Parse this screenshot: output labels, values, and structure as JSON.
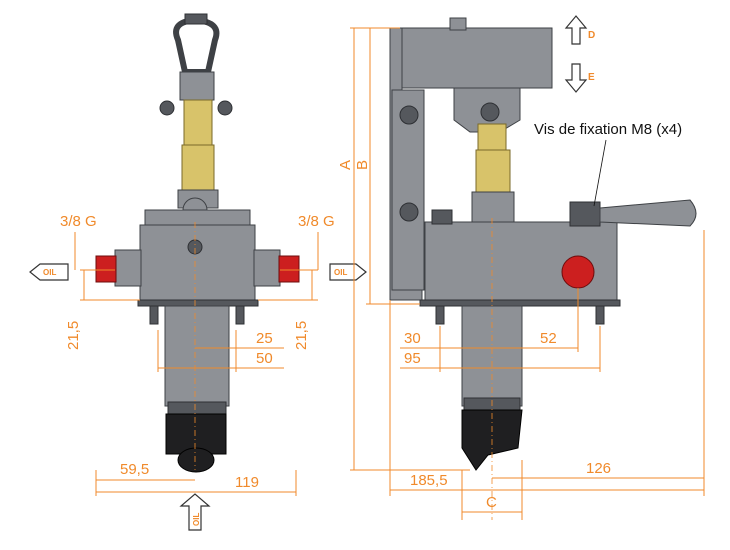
{
  "labels": {
    "port_left": "3/8 G",
    "port_right": "3/8 G",
    "dim_21_5_left": "21,5",
    "dim_21_5_right": "21,5",
    "dim_25": "25",
    "dim_50": "50",
    "dim_59_5": "59,5",
    "dim_119": "119",
    "dim_30": "30",
    "dim_52": "52",
    "dim_95": "95",
    "dim_126": "126",
    "dim_185_5": "185,5",
    "dim_C": "C",
    "dim_A": "A",
    "dim_B": "B",
    "dir_D": "D",
    "dir_E": "E",
    "oil": "OIL",
    "mount_note": "Vis de fixation M8 (x4)"
  },
  "colors": {
    "dimension": "#f08a2b",
    "body": "#8e9196",
    "brass": "#d8c36a",
    "port_plug": "#cc1f1f",
    "base": "#1f1f21"
  }
}
